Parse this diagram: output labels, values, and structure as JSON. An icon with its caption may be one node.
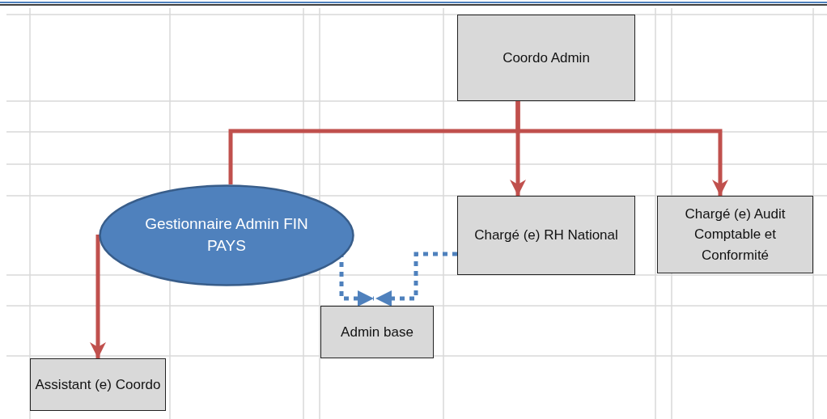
{
  "diagram": {
    "nodes": [
      {
        "text": [
          "Coordo Admin"
        ]
      },
      {
        "text": [
          "Gestionnaire Admin FIN PAYS"
        ]
      },
      {
        "text": [
          "Chargé (e) RH National"
        ]
      },
      {
        "text": [
          "Chargé (e) Audit Comptable et Conformité"
        ]
      },
      {
        "text": [
          "Admin base"
        ]
      },
      {
        "text": [
          "Assistant (e) Coordo"
        ]
      }
    ],
    "edges": [
      {
        "from": 0,
        "to": 1,
        "arrow": "none"
      },
      {
        "from": 0,
        "to": 2,
        "arrow": "to"
      },
      {
        "from": 0,
        "to": 3,
        "arrow": "to"
      },
      {
        "from": 1,
        "to": 5,
        "arrow": "to"
      },
      {
        "from": 1,
        "to": 4,
        "arrow": "to",
        "style": "dashed",
        "color": "#4f81bd"
      },
      {
        "from": 2,
        "to": 4,
        "arrow": "to",
        "style": "dashed",
        "color": "#4f81bd"
      }
    ]
  }
}
